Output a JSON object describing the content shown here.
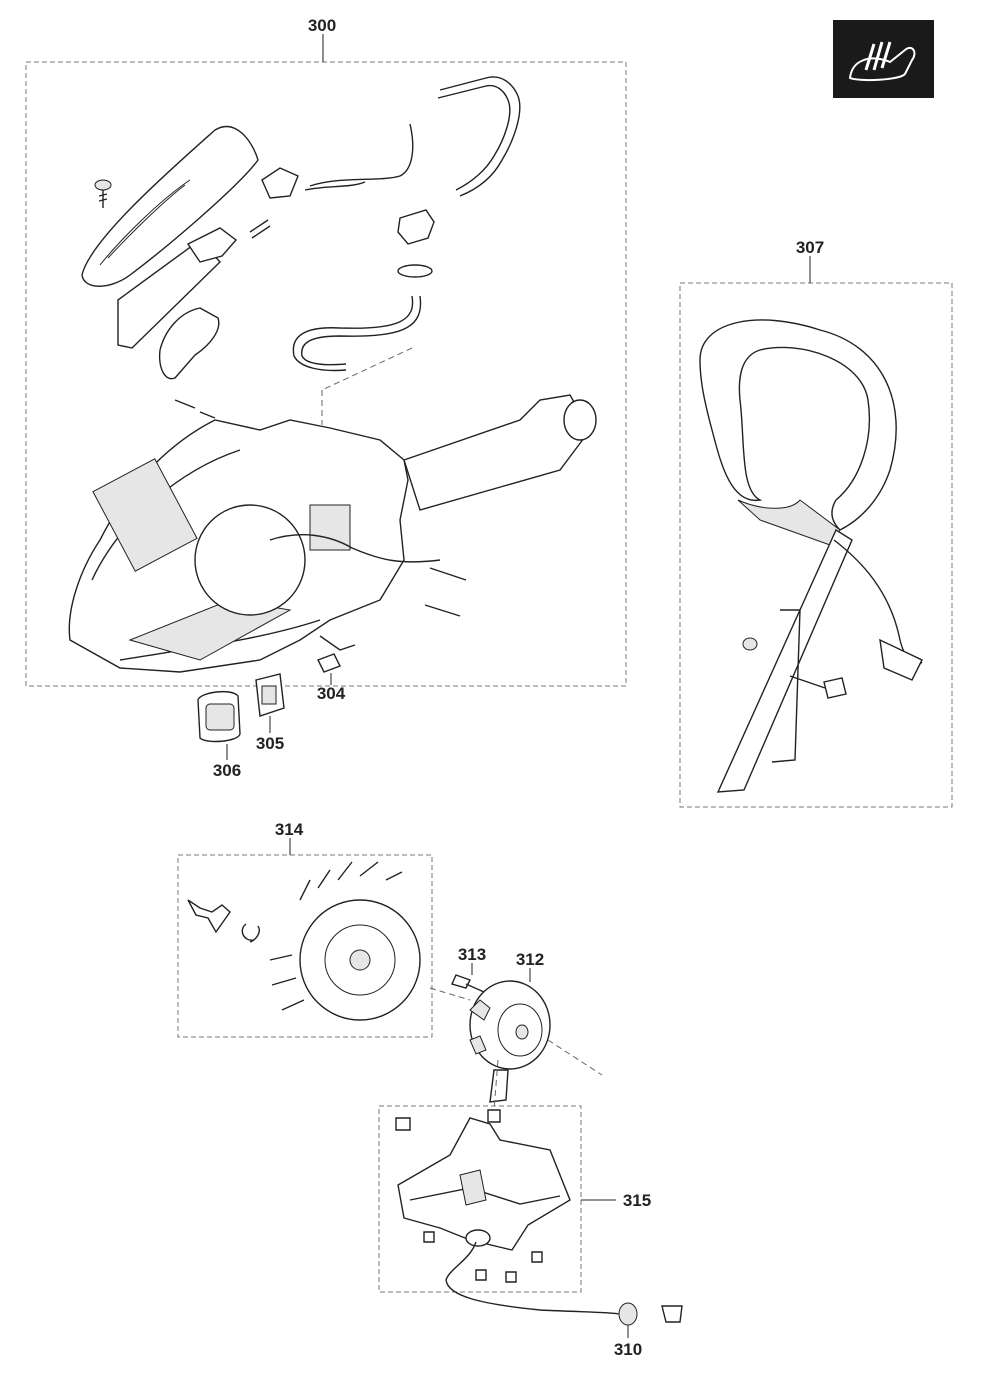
{
  "diagram": {
    "callouts": {
      "c300": "300",
      "c304": "304",
      "c305": "305",
      "c306": "306",
      "c307": "307",
      "c310": "310",
      "c312": "312",
      "c313": "313",
      "c314": "314",
      "c315": "315"
    },
    "badge_icon": "chainsaw-cut-icon",
    "colors": {
      "badge_bg": "#1a1a1a",
      "ink": "#222222",
      "frame": "#777777"
    }
  }
}
